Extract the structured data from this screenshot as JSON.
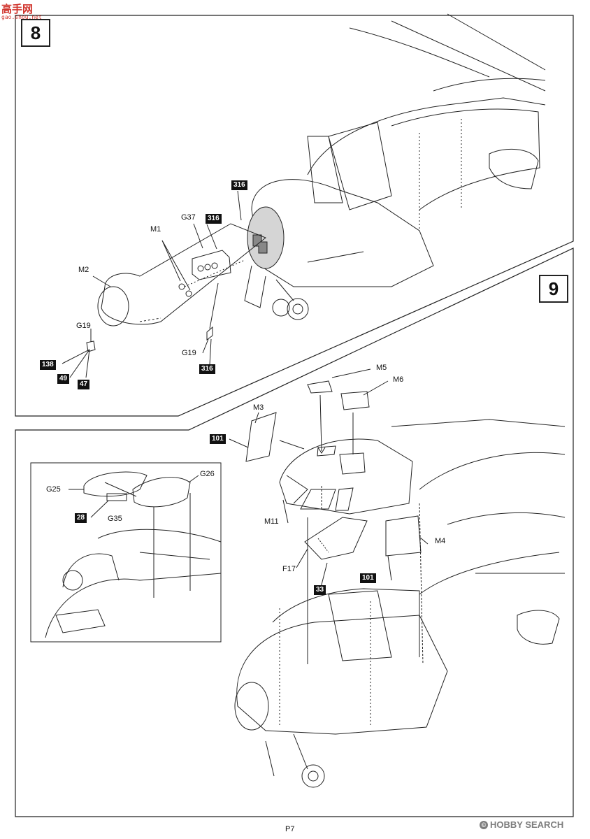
{
  "watermark": {
    "logo": "高手网",
    "sub": "gao.shou.net",
    "hobby": "HOBBY SEARCH",
    "hobby_mark": "©"
  },
  "steps": {
    "step8": "8",
    "step9": "9"
  },
  "step8_parts": {
    "g37": "G37",
    "code316a": "316",
    "code316b": "316",
    "m1": "M1",
    "m2": "M2",
    "g19a": "G19",
    "code138": "138",
    "code49": "49",
    "code47": "47",
    "g19b": "G19",
    "code316c": "316"
  },
  "step9_parts": {
    "m5": "M5",
    "m6": "M6",
    "m3": "M3",
    "code101a": "101",
    "g25": "G25",
    "g26": "G26",
    "code28": "28",
    "g35": "G35",
    "m11": "M11",
    "f17": "F17",
    "code33": "33",
    "m4": "M4",
    "code101b": "101"
  },
  "page": {
    "number": "P7"
  }
}
